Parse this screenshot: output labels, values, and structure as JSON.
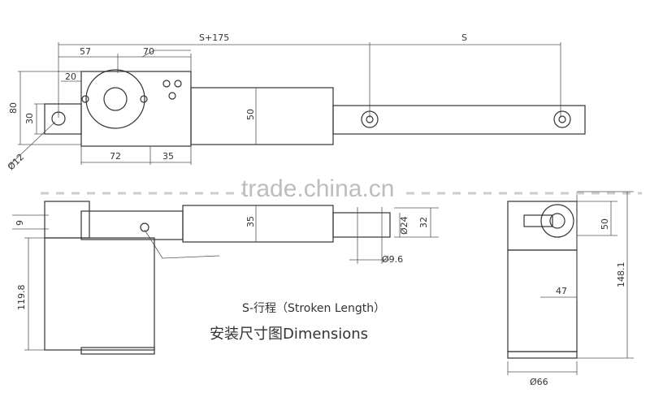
{
  "watermark": "trade.china.cn",
  "dimensions": {
    "total_length": "S+175",
    "stroke": "S",
    "d57": "57",
    "d70": "70",
    "d20": "20",
    "d80": "80",
    "d30": "30",
    "d50_top": "50",
    "d12": "Ø12",
    "d72": "72",
    "d35": "35",
    "d9": "9",
    "d35_mid": "35",
    "d24": "Ø24",
    "d32": "32",
    "d96": "Ø9.6",
    "d119": "119.8",
    "d50_side": "50",
    "d47": "47",
    "d148": "148.1",
    "d66": "Ø66"
  },
  "caption": {
    "stroke_label": "S-行程（Stroken Length）",
    "title": "安装尺寸图Dimensions"
  }
}
